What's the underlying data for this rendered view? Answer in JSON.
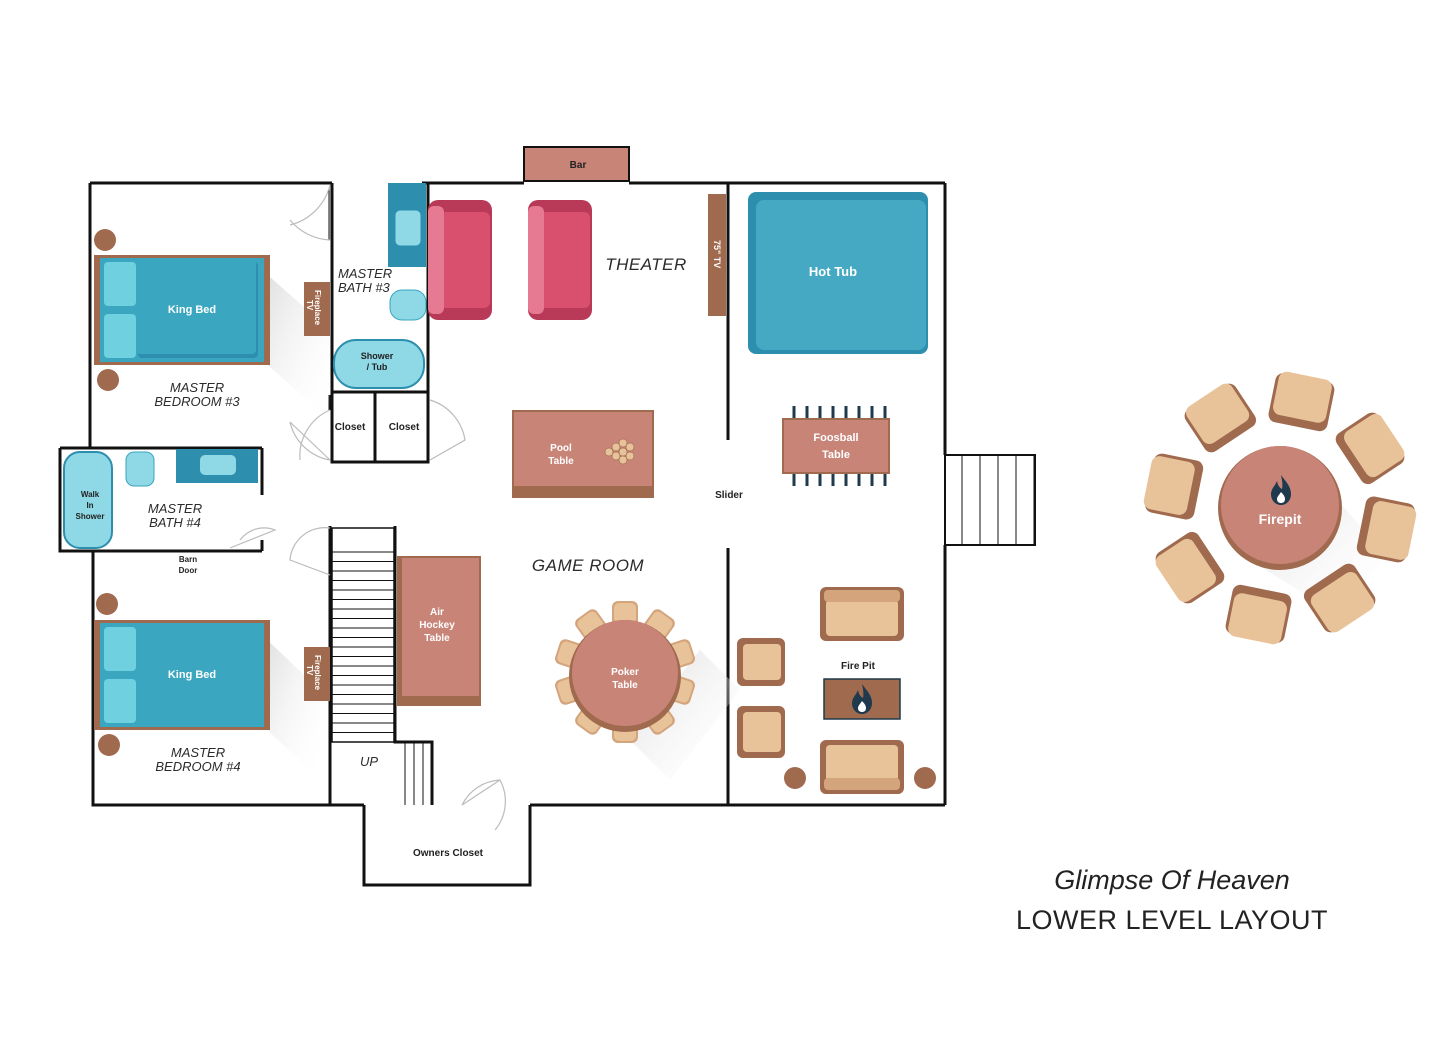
{
  "title": {
    "name": "Glimpse Of Heaven",
    "subtitle": "LOWER LEVEL LAYOUT"
  },
  "rooms": {
    "theater": "THEATER",
    "game_room": "GAME ROOM",
    "master_bedroom_3": [
      "MASTER",
      "BEDROOM #3"
    ],
    "master_bedroom_4": [
      "MASTER",
      "BEDROOM #4"
    ],
    "master_bath_3": [
      "MASTER",
      "BATH #3"
    ],
    "master_bath_4": [
      "MASTER",
      "BATH #4"
    ]
  },
  "labels": {
    "bar": "Bar",
    "tv_75": "75\" TV",
    "hot_tub": "Hot Tub",
    "king_bed": "King Bed",
    "fireplace_tv": [
      "Fireplace",
      "TV"
    ],
    "shower_tub": [
      "Shower",
      "/ Tub"
    ],
    "closet": "Closet",
    "walk_in_shower": [
      "Walk",
      "In",
      "Shower"
    ],
    "barn_door": [
      "Barn",
      "Door"
    ],
    "pool_table": [
      "Pool",
      "Table"
    ],
    "foosball_table": [
      "Foosball",
      "Table"
    ],
    "slider": "Slider",
    "air_hockey_table": [
      "Air",
      "Hockey",
      "Table"
    ],
    "poker_table": [
      "Poker",
      "Table"
    ],
    "fire_pit": "Fire Pit",
    "firepit": "Firepit",
    "up": "UP",
    "owners_closet": "Owners Closet"
  },
  "colors": {
    "wall": "#111111",
    "bed_teal": "#3aa6c0",
    "bed_frame": "#a06a4e",
    "sofa_pink": "#d9506f",
    "table_rose": "#c98478",
    "chair_tan": "#e8c39a",
    "hot_tub": "#45a9c4",
    "fixture_blue": "#8fd8e6"
  },
  "icons": [
    "flame-icon",
    "door-swing-icon",
    "stairs-icon"
  ]
}
